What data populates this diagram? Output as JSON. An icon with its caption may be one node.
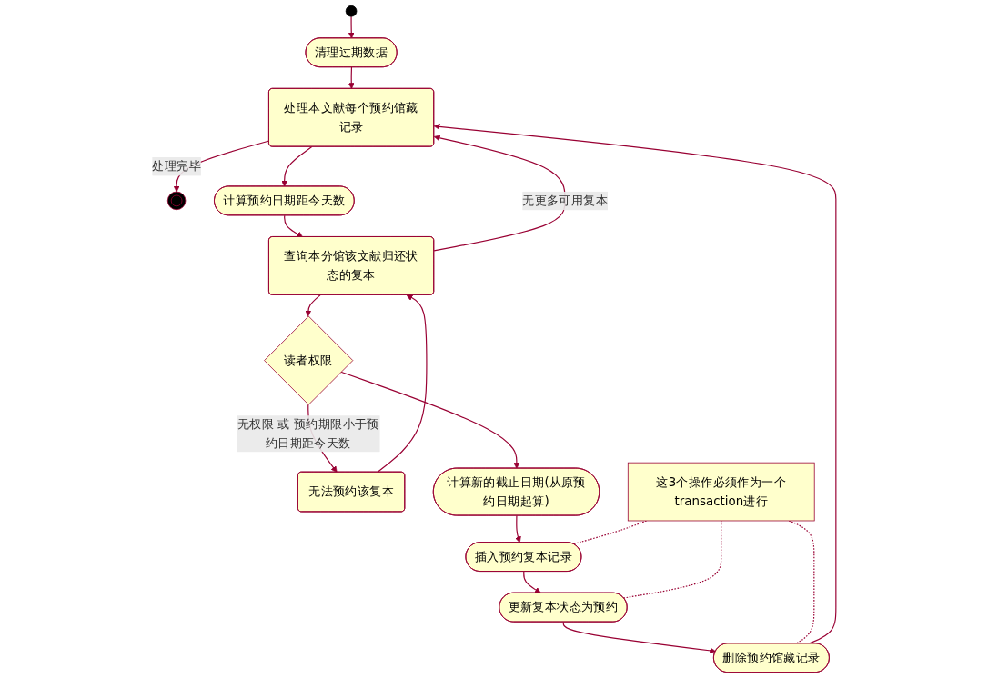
{
  "diagram": {
    "nodes": [
      {
        "text": [],
        "shape": "circle"
      },
      {
        "text": [
          "清理过期数据"
        ]
      },
      {
        "text": [
          "处理本文献每个预约馆藏记录"
        ]
      },
      {
        "text": [],
        "shape": "circle"
      },
      {
        "text": [
          "查询本分馆该文献归还状态的复本"
        ]
      },
      {
        "text": [
          "计算预约日期距今天数"
        ]
      },
      {
        "text": [
          "读者权限"
        ]
      },
      {
        "text": [
          "无法预约该复本"
        ]
      },
      {
        "text": [
          "计算新的截止日期(从原预约日期起算)"
        ]
      },
      {
        "text": [
          "这3个操作必须作为一个transaction进行"
        ]
      },
      {
        "text": [
          "插入预约复本记录"
        ]
      },
      {
        "text": [
          "更新复本状态为预约"
        ]
      },
      {
        "text": [
          "删除预约馆藏记录"
        ]
      }
    ],
    "edges": [
      {
        "from": 0,
        "to": 1,
        "arrow": "to"
      },
      {
        "from": 1,
        "to": 2,
        "arrow": "to"
      },
      {
        "from": 2,
        "to": 3,
        "arrow": "to",
        "label": "处理完毕"
      },
      {
        "from": 4,
        "to": 2,
        "arrow": "to",
        "label": "无更多可用复本"
      },
      {
        "from": 2,
        "to": 5,
        "arrow": "to"
      },
      {
        "from": 5,
        "to": 4,
        "arrow": "to"
      },
      {
        "from": 4,
        "to": 6,
        "arrow": "to"
      },
      {
        "from": 6,
        "to": 7,
        "arrow": "to",
        "label": "无权限 或 预约期限小于预约日期距今天数"
      },
      {
        "from": 7,
        "to": 4,
        "arrow": "to"
      },
      {
        "from": 6,
        "to": 8,
        "arrow": "to"
      },
      {
        "from": 8,
        "to": 10,
        "arrow": "to"
      },
      {
        "from": 10,
        "to": 11,
        "arrow": "to"
      },
      {
        "from": 11,
        "to": 12,
        "arrow": "to"
      },
      {
        "from": 12,
        "to": 2,
        "arrow": "to"
      },
      {
        "from": 9,
        "to": 10,
        "arrow": "none",
        "style": "dashed"
      },
      {
        "from": 9,
        "to": 11,
        "arrow": "none",
        "style": "dashed"
      },
      {
        "from": 9,
        "to": 12,
        "arrow": "none",
        "style": "dashed"
      }
    ]
  }
}
